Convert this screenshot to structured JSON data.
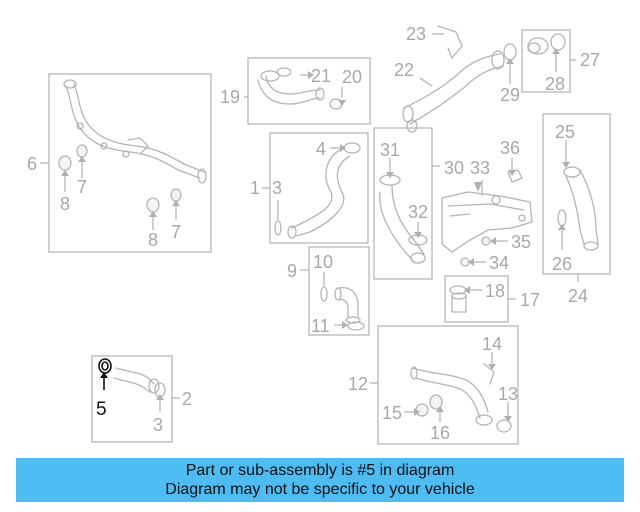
{
  "callouts": {
    "c1": "1",
    "c2": "2",
    "c3a": "3",
    "c3b": "3",
    "c4": "4",
    "c5": "5",
    "c6": "6",
    "c7a": "7",
    "c7b": "7",
    "c8a": "8",
    "c8b": "8",
    "c9": "9",
    "c10": "10",
    "c11": "11",
    "c12": "12",
    "c13": "13",
    "c14": "14",
    "c15": "15",
    "c16": "16",
    "c17": "17",
    "c18": "18",
    "c19": "19",
    "c20": "20",
    "c21": "21",
    "c22": "22",
    "c23": "23",
    "c24": "24",
    "c25": "25",
    "c26": "26",
    "c27": "27",
    "c28": "28",
    "c29": "29",
    "c30": "30",
    "c31": "31",
    "c32": "32",
    "c33": "33",
    "c34": "34",
    "c35": "35",
    "c36": "36"
  },
  "highlighted_part": "5",
  "colors": {
    "banner": "#4dbcf2",
    "line_art": "#b0b0b0",
    "highlight": "#111111"
  },
  "banner": {
    "line1": "Part or sub-assembly is #5 in diagram",
    "line2": "Diagram may not be specific to your vehicle"
  }
}
